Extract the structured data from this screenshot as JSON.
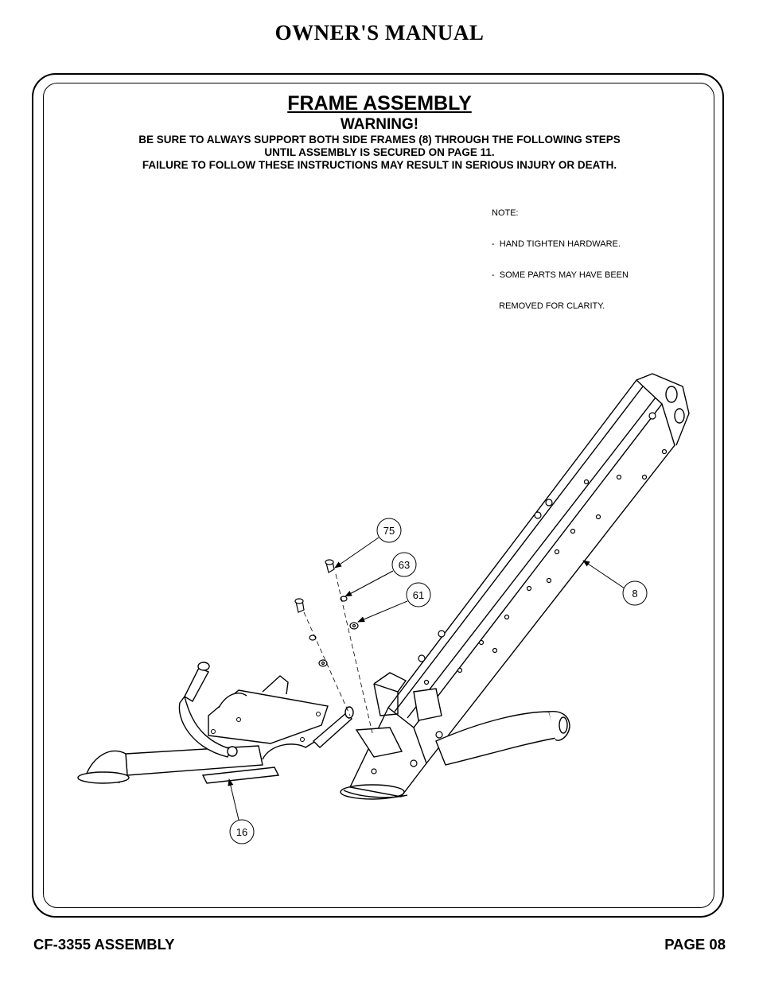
{
  "header": {
    "manual_title": "OWNER'S MANUAL"
  },
  "section": {
    "title": "FRAME ASSEMBLY",
    "warning_title": "WARNING!",
    "warning_lines": [
      "BE SURE TO ALWAYS SUPPORT BOTH SIDE FRAMES (8) THROUGH THE FOLLOWING STEPS",
      "UNTIL ASSEMBLY IS SECURED ON PAGE 11.",
      "FAILURE TO FOLLOW THESE INSTRUCTIONS MAY RESULT IN SERIOUS INJURY OR DEATH."
    ]
  },
  "note": {
    "lines": [
      "NOTE:",
      "-  HAND TIGHTEN HARDWARE.",
      "-  SOME PARTS MAY HAVE BEEN",
      "   REMOVED FOR CLARITY."
    ]
  },
  "callouts": {
    "c75": "75",
    "c63": "63",
    "c61": "61",
    "c8": "8",
    "c16": "16"
  },
  "footer": {
    "model": "CF-3355 ASSEMBLY",
    "page": "PAGE 08"
  }
}
